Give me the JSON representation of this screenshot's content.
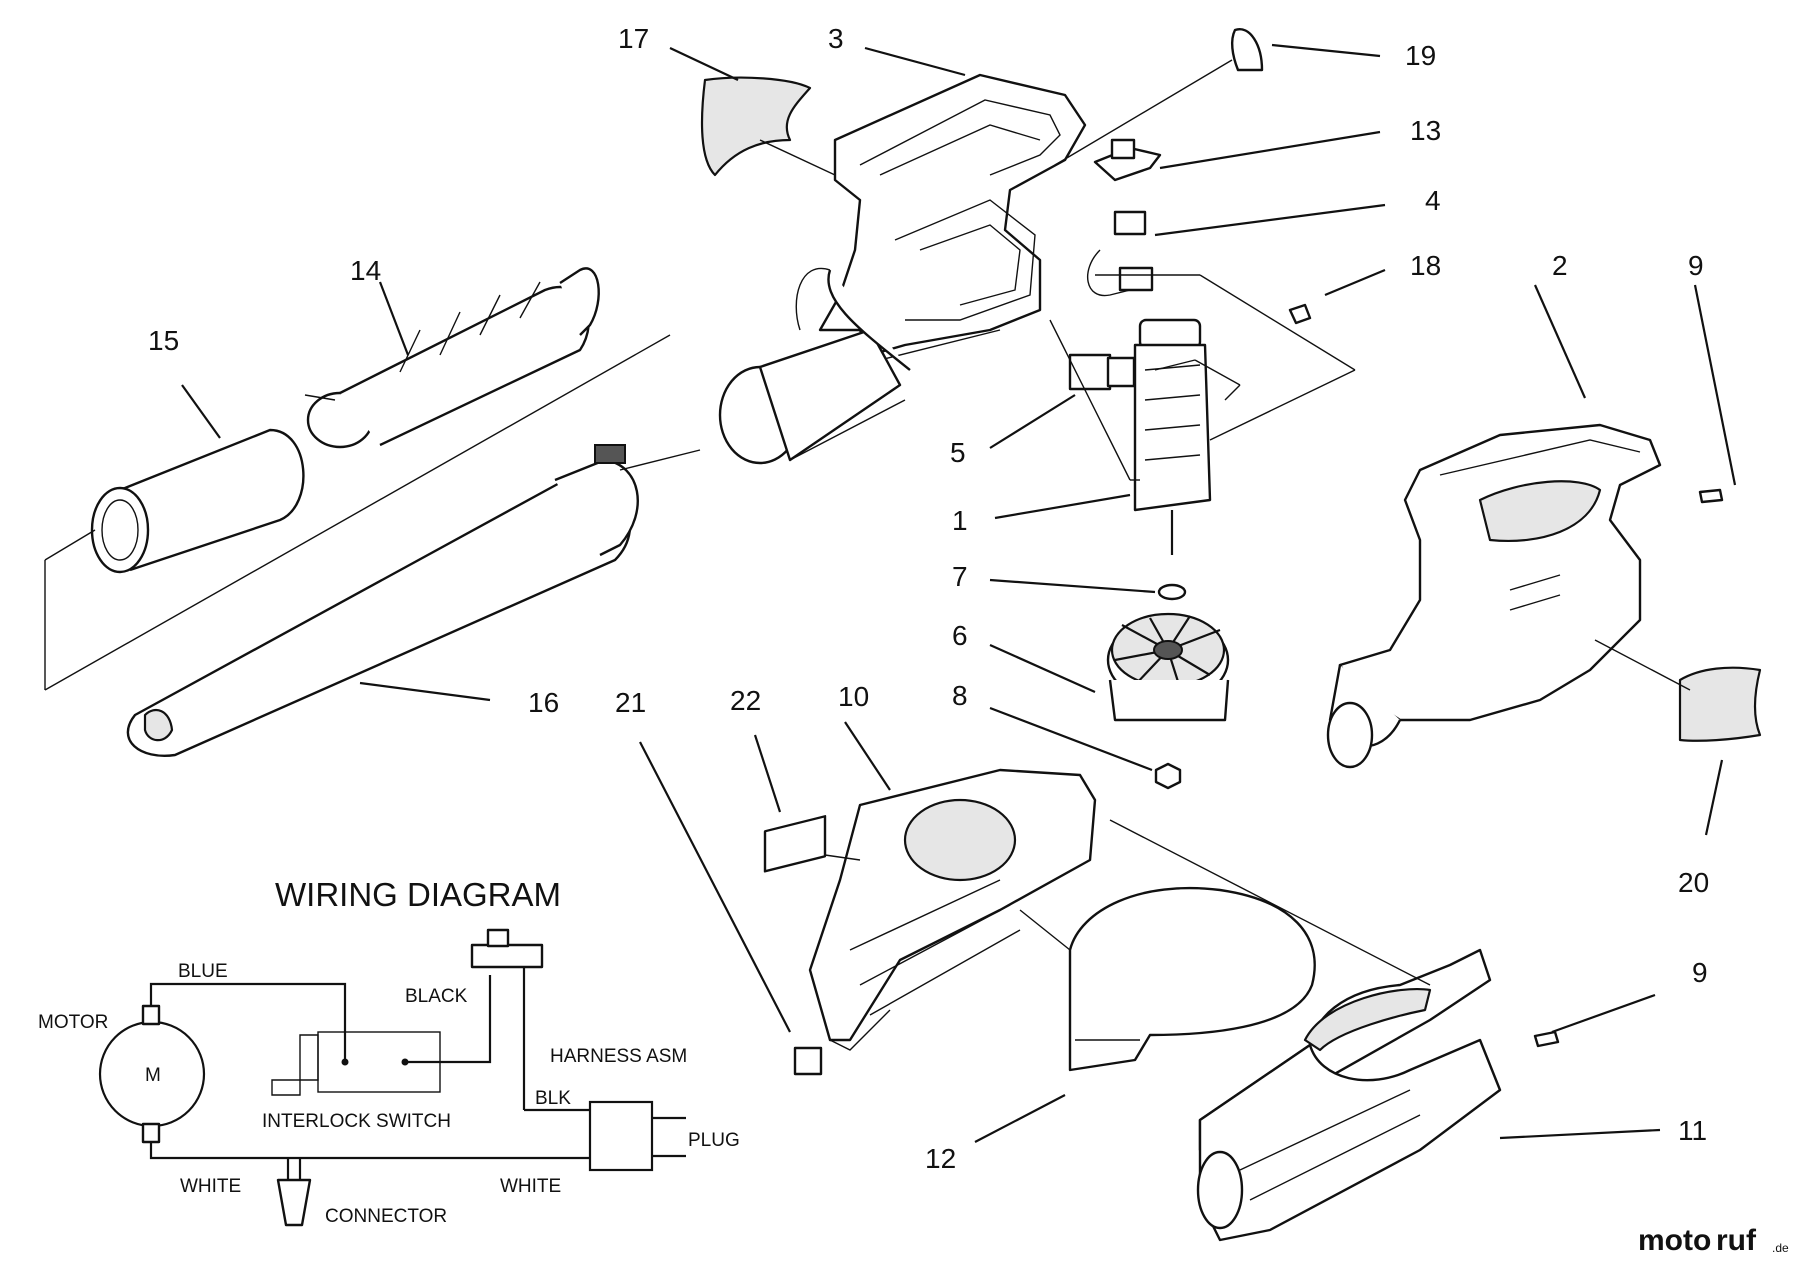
{
  "callouts": [
    "17",
    "3",
    "19",
    "13",
    "4",
    "18",
    "2",
    "9",
    "14",
    "15",
    "5",
    "1",
    "7",
    "6",
    "16",
    "21",
    "22",
    "10",
    "8",
    "20",
    "9",
    "12",
    "11"
  ],
  "wiring": {
    "title": "WIRING DIAGRAM",
    "motor": "MOTOR",
    "m": "M",
    "blue": "BLUE",
    "black": "BLACK",
    "harness": "HARNESS ASM",
    "interlock": "INTERLOCK SWITCH",
    "blk": "BLK",
    "plug": "PLUG",
    "white_left": "WHITE",
    "white_right": "WHITE",
    "connector": "CONNECTOR"
  },
  "watermark": {
    "part1": "moto",
    "part2": "ruf",
    "suffix": ".de"
  }
}
